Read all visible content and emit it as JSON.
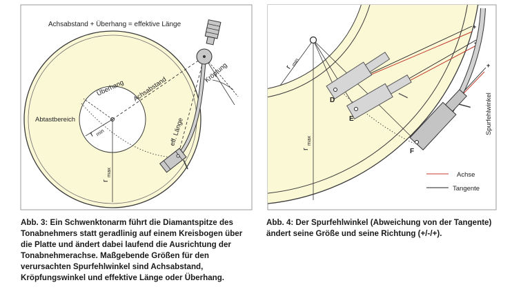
{
  "fig3": {
    "formula": "Achsabstand + Überhang = effektive Länge",
    "label_ueberhang": "Überhang",
    "label_achsabstand": "Achsabstand",
    "label_kroepfung": "Kröpfung",
    "label_abtastbereich": "Abtastbereich",
    "label_eff_laenge": "eff. Länge",
    "label_rmin_r": "r",
    "label_rmin_sub": "min",
    "label_rmax_r": "r",
    "label_rmax_sub": "max",
    "caption": "Abb. 3: Ein Schwenktonarm führt die Diamantspitze des Tonabnehmers statt geradlinig auf einem Kreisbogen über die Platte und ändert dabei laufend die Ausrichtung der Tonabnehmerachse. Maßgebende Größen für den verursachten Spurfehlwinkel sind Achsabstand, Kröpfungswinkel und effektive Länge oder Überhang."
  },
  "fig4": {
    "label_rmin_r": "r",
    "label_rmin_sub": "min",
    "label_rmax_r": "r",
    "label_rmax_sub": "max",
    "label_d": "D",
    "label_e": "E",
    "label_f": "F",
    "label_spurfehlwinkel": "Spurfehlwinkel",
    "sign_plus": "+",
    "sign_minus": "-",
    "legend_achse": "Achse",
    "legend_tangente": "Tangente",
    "caption": "Abb. 4: Der Spurfehlwinkel (Abweichung von der Tangente) ändert seine Größe und seine Richtung (+/-/+)."
  },
  "colors": {
    "record_fill": "#fbf8d6",
    "arm_fill": "#c8c8c8",
    "axis_line": "#c0392b",
    "tangent_line": "#222222"
  }
}
